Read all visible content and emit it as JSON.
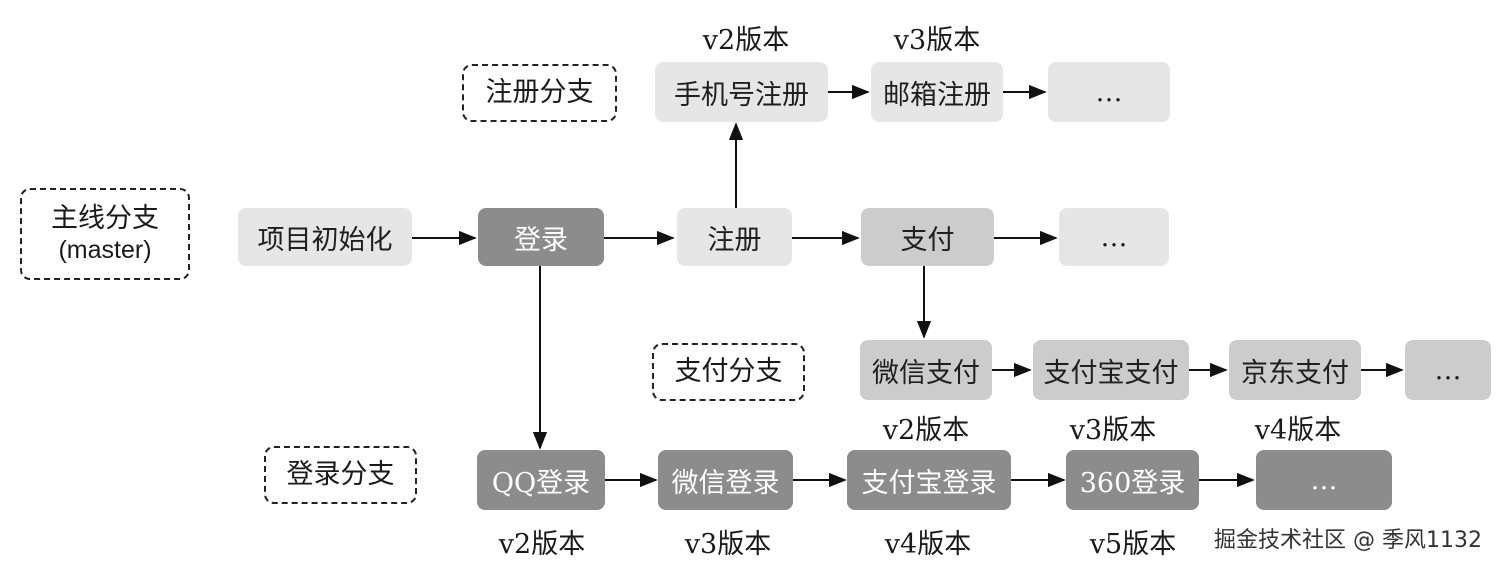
{
  "branches": {
    "main": {
      "title": "主线分支",
      "subtitle": "(master)"
    },
    "register": "注册分支",
    "payment": "支付分支",
    "login": "登录分支"
  },
  "main_line": {
    "init": "项目初始化",
    "login": "登录",
    "register": "注册",
    "payment": "支付",
    "more": "…"
  },
  "register_branch": {
    "items": [
      "手机号注册",
      "邮箱注册",
      "…"
    ],
    "versions": [
      "v2版本",
      "v3版本"
    ]
  },
  "payment_branch": {
    "items": [
      "微信支付",
      "支付宝支付",
      "京东支付",
      "…"
    ],
    "versions": [
      "v2版本",
      "v3版本",
      "v4版本"
    ]
  },
  "login_branch": {
    "items": [
      "QQ登录",
      "微信登录",
      "支付宝登录",
      "360登录",
      "…"
    ],
    "versions": [
      "v2版本",
      "v3版本",
      "v4版本",
      "v5版本"
    ]
  },
  "watermark": "掘金技术社区 @ 季风1132"
}
